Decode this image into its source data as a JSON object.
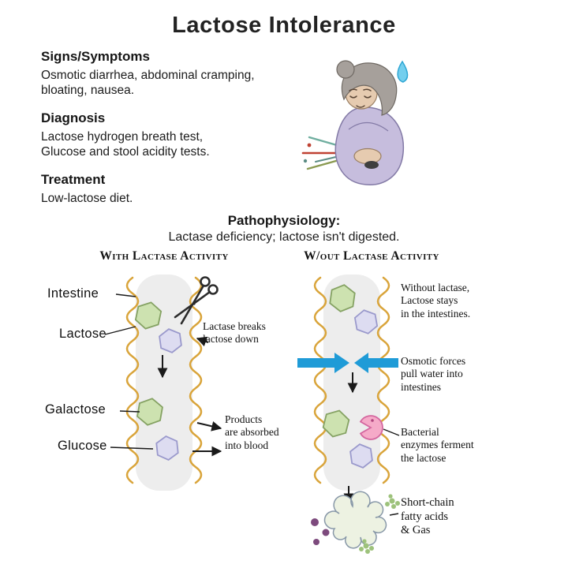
{
  "title": "Lactose Intolerance",
  "info_sections": [
    {
      "heading": "Signs/Symptoms",
      "body": "Osmotic diarrhea, abdominal cramping,\nbloating, nausea."
    },
    {
      "heading": "Diagnosis",
      "body": "Lactose hydrogen breath test,\nGlucose and stool acidity tests."
    },
    {
      "heading": "Treatment",
      "body": "Low-lactose diet."
    }
  ],
  "pathophysiology": {
    "heading": "Pathophysiology:",
    "description": "Lactase deficiency; lactose isn't digested."
  },
  "columns": {
    "with": {
      "heading": "With Lactase Activity",
      "labels": {
        "intestine": "Intestine",
        "lactose": "Lactose",
        "galactose": "Galactose",
        "glucose": "Glucose"
      },
      "annotations": {
        "lactase_breaks": "Lactase breaks\nlactose down",
        "products_absorbed": "Products\nare absorbed\ninto blood"
      }
    },
    "without": {
      "heading": "W/out Lactase Activity",
      "annotations": {
        "lactose_stays": "Without lactase,\nLactose stays\nin the intestines.",
        "osmotic": "Osmotic forces\npull water into\nintestines",
        "bacterial": "Bacterial\nenzymes ferment\nthe lactose",
        "gas": "Short-chain\nfatty acids\n& Gas"
      }
    }
  },
  "colors": {
    "intestine_wall": "#d9a43a",
    "galactose_fill": "#cde2b0",
    "galactose_stroke": "#85a263",
    "glucose_fill": "#dddcf1",
    "glucose_stroke": "#9a99cc",
    "osmotic_arrow": "#1f9bd7",
    "bacteria_fill": "#f5aac8",
    "bacteria_stroke": "#d4679f",
    "gas_cloud_fill": "#edf2e2",
    "gas_cloud_stroke": "#8898a8",
    "short_chain_dot": "#7d4a7d",
    "gas_cluster": "#9dc27b"
  }
}
